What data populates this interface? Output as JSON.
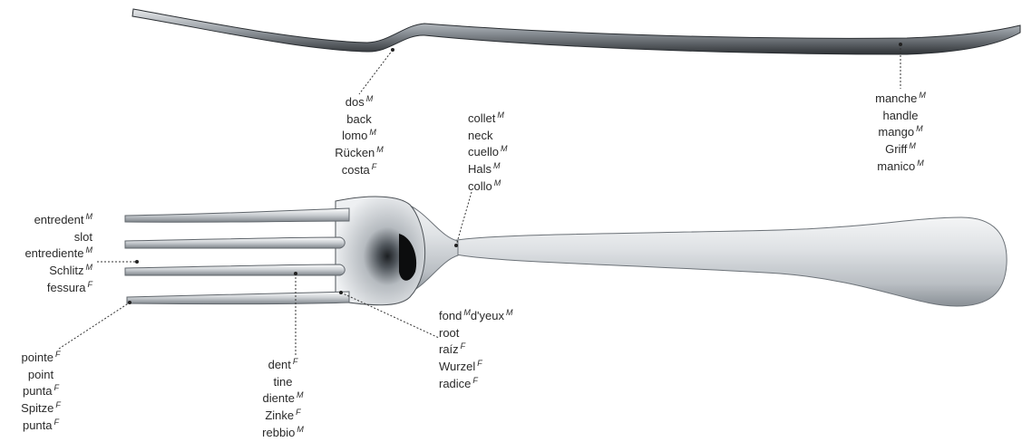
{
  "labels": {
    "back": [
      {
        "word": "dos",
        "gender": "M"
      },
      {
        "word": "back",
        "gender": ""
      },
      {
        "word": "lomo",
        "gender": "M"
      },
      {
        "word": "Rücken",
        "gender": "M"
      },
      {
        "word": "costa",
        "gender": "F"
      }
    ],
    "handle": [
      {
        "word": "manche",
        "gender": "M"
      },
      {
        "word": "handle",
        "gender": ""
      },
      {
        "word": "mango",
        "gender": "M"
      },
      {
        "word": "Griff",
        "gender": "M"
      },
      {
        "word": "manico",
        "gender": "M"
      }
    ],
    "neck": [
      {
        "word": "collet",
        "gender": "M"
      },
      {
        "word": "neck",
        "gender": ""
      },
      {
        "word": "cuello",
        "gender": "M"
      },
      {
        "word": "Hals",
        "gender": "M"
      },
      {
        "word": "collo",
        "gender": "M"
      }
    ],
    "slot": [
      {
        "word": "entredent",
        "gender": "M"
      },
      {
        "word": "slot",
        "gender": ""
      },
      {
        "word": "entrediente",
        "gender": "M"
      },
      {
        "word": "Schlitz",
        "gender": "M"
      },
      {
        "word": "fessura",
        "gender": "F"
      }
    ],
    "point": [
      {
        "word": "pointe",
        "gender": "F"
      },
      {
        "word": "point",
        "gender": ""
      },
      {
        "word": "punta",
        "gender": "F"
      },
      {
        "word": "Spitze",
        "gender": "F"
      },
      {
        "word": "punta",
        "gender": "F"
      }
    ],
    "tine": [
      {
        "word": "dent",
        "gender": "F"
      },
      {
        "word": "tine",
        "gender": ""
      },
      {
        "word": "diente",
        "gender": "M"
      },
      {
        "word": "Zinke",
        "gender": "F"
      },
      {
        "word": "rebbio",
        "gender": "M"
      }
    ],
    "root": [
      {
        "word": "fond",
        "gender": "M",
        "word2": "d'yeux",
        "gender2": "M"
      },
      {
        "word": "root",
        "gender": ""
      },
      {
        "word": "raíz",
        "gender": "F"
      },
      {
        "word": "Wurzel",
        "gender": "F"
      },
      {
        "word": "radice",
        "gender": "F"
      }
    ]
  }
}
